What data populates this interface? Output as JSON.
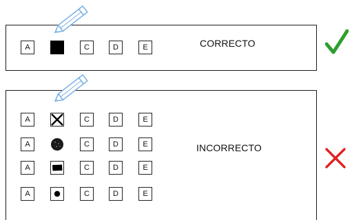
{
  "correct": {
    "label": "CORRECTO",
    "boxes": [
      "A",
      "",
      "C",
      "D",
      "E"
    ]
  },
  "incorrect": {
    "label": "INCORRECTO",
    "rows": [
      [
        "A",
        "",
        "C",
        "D",
        "E"
      ],
      [
        "A",
        "",
        "C",
        "D",
        "E"
      ],
      [
        "A",
        "",
        "C",
        "D",
        "E"
      ],
      [
        "A",
        "",
        "C",
        "D",
        "E"
      ]
    ]
  },
  "colors": {
    "check": "#2e9e2e",
    "cross": "#e02020",
    "pencil": "#7fb3e6",
    "ink": "#000000"
  },
  "icons": [
    "pencil-icon",
    "check-icon",
    "cross-icon"
  ]
}
